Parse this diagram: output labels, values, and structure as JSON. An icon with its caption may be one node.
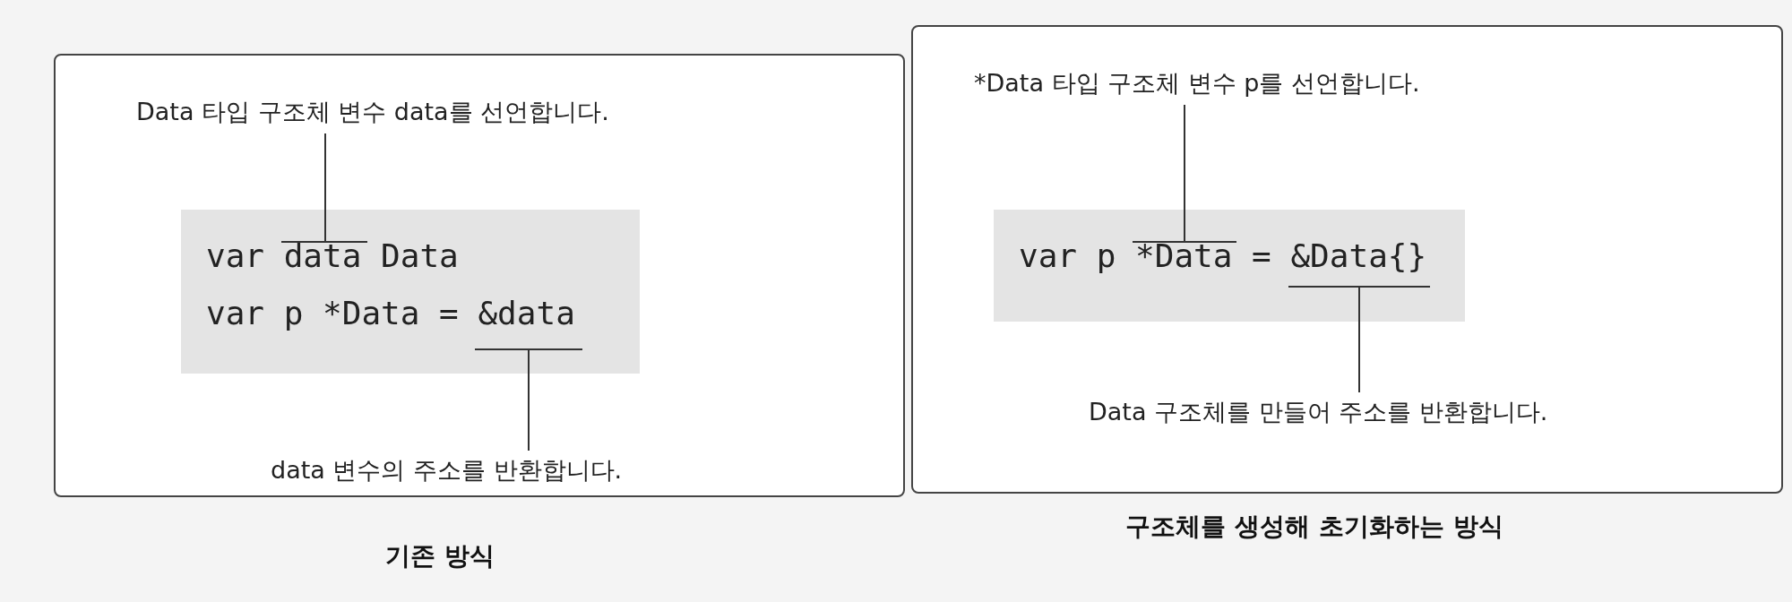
{
  "diagram": {
    "nodes": [
      {
        "text": [],
        "shape": "box",
        "beside": [
          "기존 방식"
        ]
      },
      {
        "text": [
          "Data 타입 구조체 변수 data를 선언합니다."
        ],
        "in": 0
      },
      {
        "text": [
          "var data Data",
          "var p *Data = &data"
        ],
        "in": 0
      },
      {
        "text": [
          "data 변수의 주소를 반환합니다."
        ],
        "in": 0
      },
      {
        "text": [],
        "shape": "box",
        "beside": [
          "구조체를 생성해 초기화하는 방식"
        ]
      },
      {
        "text": [
          "*Data 타입 구조체 변수 p를 선언합니다."
        ],
        "in": 4
      },
      {
        "text": [
          "var p *Data = &Data{}"
        ],
        "in": 4
      },
      {
        "text": [
          "Data 구조체를 만들어 주소를 반환합니다."
        ],
        "in": 4
      }
    ],
    "edges": [
      {
        "from": 1,
        "to": 2,
        "arrow": "none"
      },
      {
        "from": 3,
        "to": 2,
        "arrow": "none"
      },
      {
        "from": 5,
        "to": 6,
        "arrow": "none"
      },
      {
        "from": 7,
        "to": 6,
        "arrow": "none"
      }
    ]
  }
}
